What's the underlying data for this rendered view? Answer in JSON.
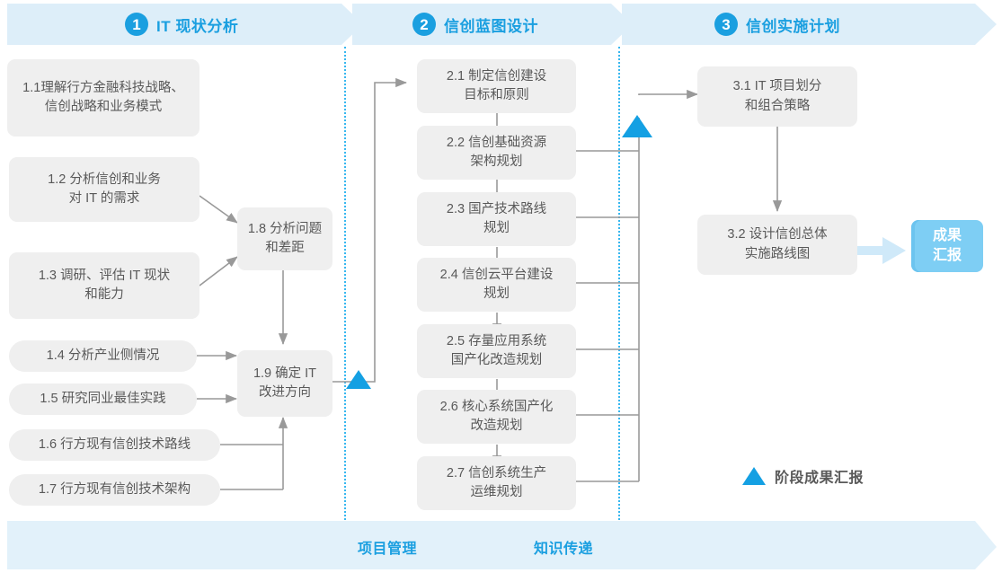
{
  "colors": {
    "accent": "#1a9fe0",
    "banner_fill": "#ddeef9",
    "footer_fill": "#e2f1fa",
    "node_fill": "#efefef",
    "node_text": "#595959",
    "result_fill": "#7ecef4",
    "connector": "#999999",
    "divider": "#37b7ef",
    "milestone": "#14a0e3",
    "result_arrow": "#cfe9f9"
  },
  "banner": {
    "phases": [
      {
        "number": "1",
        "label": "IT 现状分析"
      },
      {
        "number": "2",
        "label": "信创蓝图设计"
      },
      {
        "number": "3",
        "label": "信创实施计划"
      }
    ]
  },
  "phase1": {
    "nodes": [
      {
        "id": "1.1",
        "text": "1.1理解行方金融科技战略、\n信创战略和业务模式"
      },
      {
        "id": "1.2",
        "text": "1.2 分析信创和业务\n对 IT 的需求"
      },
      {
        "id": "1.3",
        "text": "1.3 调研、评估 IT 现状\n和能力"
      },
      {
        "id": "1.4",
        "text": "1.4 分析产业侧情况"
      },
      {
        "id": "1.5",
        "text": "1.5 研究同业最佳实践"
      },
      {
        "id": "1.6",
        "text": "1.6 行方现有信创技术路线"
      },
      {
        "id": "1.7",
        "text": "1.7 行方现有信创技术架构"
      },
      {
        "id": "1.8",
        "text": "1.8 分析问题\n和差距"
      },
      {
        "id": "1.9",
        "text": "1.9 确定 IT\n改进方向"
      }
    ]
  },
  "phase2": {
    "nodes": [
      {
        "id": "2.1",
        "text": "2.1 制定信创建设\n目标和原则"
      },
      {
        "id": "2.2",
        "text": "2.2 信创基础资源\n架构规划"
      },
      {
        "id": "2.3",
        "text": "2.3 国产技术路线\n规划"
      },
      {
        "id": "2.4",
        "text": "2.4 信创云平台建设\n规划"
      },
      {
        "id": "2.5",
        "text": "2.5 存量应用系统\n国产化改造规划"
      },
      {
        "id": "2.6",
        "text": "2.6 核心系统国产化\n改造规划"
      },
      {
        "id": "2.7",
        "text": "2.7 信创系统生产\n运维规划"
      }
    ]
  },
  "phase3": {
    "nodes": [
      {
        "id": "3.1",
        "text": "3.1 IT 项目划分\n和组合策略"
      },
      {
        "id": "3.2",
        "text": "3.2 设计信创总体\n实施路线图"
      }
    ],
    "result": {
      "text": "成果\n汇报"
    }
  },
  "legend": {
    "label": "阶段成果汇报",
    "icon": "triangle-icon"
  },
  "footer": {
    "labels": [
      "项目管理",
      "知识传递"
    ]
  }
}
